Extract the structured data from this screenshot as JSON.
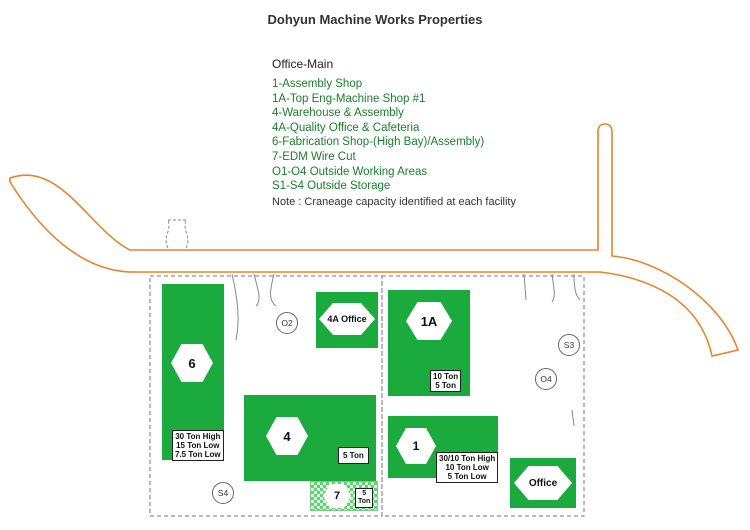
{
  "title": "Dohyun Machine Works Properties",
  "office_main": "Office-Main",
  "legend": [
    "1-Assembly Shop",
    "1A-Top Eng-Machine Shop #1",
    "4-Warehouse & Assembly",
    "4A-Quality Office & Cafeteria",
    "6-Fabrication Shop-(High Bay)/Assembly)",
    "7-EDM Wire Cut",
    "O1-O4 Outside Working Areas",
    "S1-S4 Outside Storage"
  ],
  "note": "Note : Craneage capacity identified at each facility",
  "colors": {
    "building": "#1aaa3e",
    "legend_text": "#1a7f2c",
    "road": "#e8842a"
  },
  "buildings": {
    "b6": {
      "label": "6",
      "capacity": [
        "30 Ton High",
        "15 Ton Low",
        "7.5 Ton Low"
      ]
    },
    "b4a": {
      "label": "4A Office"
    },
    "b1a": {
      "label": "1A",
      "capacity": [
        "10 Ton",
        "5 Ton"
      ]
    },
    "b4": {
      "label": "4",
      "capacity": [
        "5 Ton"
      ]
    },
    "b7": {
      "label": "7",
      "capacity": [
        "5",
        "Ton"
      ]
    },
    "b1": {
      "label": "1",
      "capacity": [
        "30/10 Ton High",
        "10 Ton Low",
        "5 Ton Low"
      ]
    },
    "office": {
      "label": "Office"
    }
  },
  "areas": {
    "o2": "O2",
    "o4": "O4",
    "s3": "S3",
    "s4": "S4"
  }
}
